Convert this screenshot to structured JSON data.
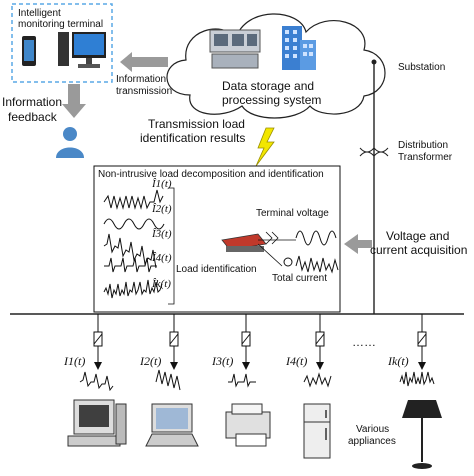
{
  "terminal": {
    "title_line1": "Intelligent",
    "title_line2": "monitoring terminal"
  },
  "cloud": {
    "label_line1": "Data storage and",
    "label_line2": "processing system"
  },
  "arrows": {
    "info_transmission_line1": "Information",
    "info_transmission_line2": "transmission",
    "info_feedback_line1": "Information",
    "info_feedback_line2": "feedback",
    "transmission_results_line1": "Transmission load",
    "transmission_results_line2": "identification results"
  },
  "grid": {
    "substation": "Substation",
    "transformer_line1": "Distribution",
    "transformer_line2": "Transformer",
    "acquisition_line1": "Voltage and",
    "acquisition_line2": "current acquisition"
  },
  "nilm_box": {
    "title": "Non-intrusive load decomposition and identification",
    "terminal_voltage": "Terminal voltage",
    "total_current": "Total current",
    "load_identification": "Load identification",
    "components": [
      "Î1(t)",
      "Î2(t)",
      "Î3(t)",
      "Î4(t)",
      "Îk(t)"
    ]
  },
  "appliances": {
    "currents": [
      "I1(t)",
      "I2(t)",
      "I3(t)",
      "I4(t)",
      "Ik(t)"
    ],
    "ellipsis": "……",
    "various_line1": "Various",
    "various_line2": "appliances"
  },
  "colors": {
    "dashed_border": "#5aa9e6",
    "arrow_gray": "#9a9a9a",
    "lightning": "#f2e600"
  }
}
